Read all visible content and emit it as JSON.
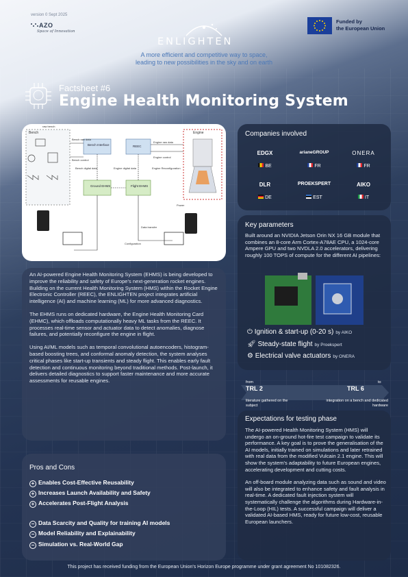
{
  "meta": {
    "version": "version 0   Sept 2025"
  },
  "azo": {
    "name": "AZO",
    "tagline": "Space of Innovation"
  },
  "eu": {
    "text_line1": "Funded by",
    "text_line2": "the European Union",
    "flag_color": "#1b3f9a"
  },
  "brand": {
    "name": "ENLIGHTEN",
    "tagline_line1": "A more efficient and competitive way to space,",
    "tagline_line2": "leading to new possibilities in the sky and on earth"
  },
  "header": {
    "factsheet": "Factsheet #6",
    "title": "Engine Health Monitoring System"
  },
  "diagram": {
    "bench": "Bench",
    "engine": "Engine",
    "raw_bench": "raw bench",
    "bench_raw_data": "Bench raw data",
    "bench_control": "Bench control",
    "bench_interface": "Bench Interface",
    "reec": "REEC",
    "engine_raw_data": "Engine raw data",
    "engine_control": "Engine control",
    "bench_digital_data": "Bench digital data",
    "engine_digital_data": "Engine digital data",
    "engine_reconfig": "Engine Reconfiguration",
    "ground_ehms": "Ground EHMS",
    "flight_ehms": "Flight EHMS",
    "data_transfer": "Data transfer",
    "configuration": "Configuration",
    "power": "Power"
  },
  "intro": {
    "p1": "An AI-powered Engine Health Monitoring System (EHMS) is being developed to improve the reliability and safety of Europe's next-generation rocket engines. Building on the current Health Monitoring System (HMS) within the Rocket Engine Electronic Controller (REEC), the ENLIGHTEN project integrates artificial intelligence (AI) and machine learning (ML) for more advanced diagnostics.",
    "p2": "The EHMS runs on dedicated hardware, the Engine Health Monitoring Card (EHMC), which offloads computationally heavy ML tasks from the REEC. It processes real-time sensor and actuator data to detect anomalies, diagnose failures, and potentially reconfigure the engine in flight.",
    "p3": "Using AI/ML models such as temporal convolutional autoencoders, histogram-based boosting trees, and conformal anomaly detection, the system analyses critical phases like start-up transients and steady flight. This enables early fault detection and continuous monitoring beyond traditional methods. Post-launch, it delivers detailed diagnostics to support faster maintenance and more accurate assessments for reusable engines."
  },
  "pros_cons": {
    "title": "Pros and Cons",
    "pros": [
      "Enables Cost-Effective Reusability",
      "Increases Launch Availability and Safety",
      "Accelerates Post-Flight Analysis"
    ],
    "cons": [
      "Data Scarcity and Quality for training AI models",
      "Model Reliability and Explainability",
      "Simulation vs. Real-World Gap"
    ]
  },
  "companies": {
    "title": "Companies involved",
    "items": [
      {
        "name": "EDGX",
        "country": "BE"
      },
      {
        "name": "arianeGROUP",
        "country": "FR"
      },
      {
        "name": "ONERA",
        "country": "FR"
      },
      {
        "name": "DLR",
        "country": "DE"
      },
      {
        "name": "PROEKSPERT",
        "country": "EST"
      },
      {
        "name": "AIKO",
        "country": "IT"
      }
    ]
  },
  "key_params": {
    "title": "Key parameters",
    "text": "Built around an NVIDIA Jetson Orin NX 16 GB module that combines an 8-core Arm Cortex-A78AE CPU, a 1024-core Ampere GPU and two NVDLA 2.0 accelerators, delivering roughly 100 TOPS of compute for the different AI pipelines:",
    "rows": [
      {
        "label": "Ignition & start-up (0-20 s)",
        "by": "by AIKO"
      },
      {
        "label": "Steady-state flight",
        "by": "by Proekspert"
      },
      {
        "label": "Electrical valve actuators",
        "by": "by ONERA"
      }
    ]
  },
  "trl": {
    "from": "from",
    "to": "to",
    "start": "TRL 2",
    "end": "TRL 6",
    "start_desc": "literature gathered on the subject",
    "end_desc": "integration on a bench and dedicated hardware"
  },
  "expectations": {
    "title": "Expectations for testing phase",
    "p1": "The AI-powered Health Monitoring System (HMS) will undergo an on-ground hot-fire test campaign to validate its performance. A key goal is to prove the generalisation of the AI models, initially trained on simulations and later retrained with real data from the modified Vulcain 2.1 engine. This will show the system's adaptability to future European engines, accelerating development and cutting costs.",
    "p2": "An off-board module analyzing data such as sound and video will also be integrated to enhance safety and fault analysis in real-time. A dedicated fault injection system will systematically challenge the algorithms during Hardware-in-the-Loop (HIL) tests. A successful campaign will deliver a validated AI-based HMS, ready for future low-cost, reusable European launchers."
  },
  "footer": "This project has received funding from the European Union's Horizon Europe programme under grant agreement No 101082326."
}
